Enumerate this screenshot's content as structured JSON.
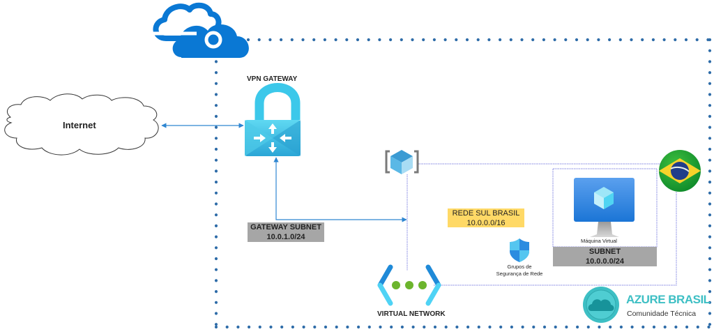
{
  "diagram": {
    "internet": {
      "label": "Internet"
    },
    "vpn_gateway": {
      "label": "VPN GATEWAY"
    },
    "gateway_subnet": {
      "title": "GATEWAY SUBNET",
      "cidr": "10.0.1.0/24",
      "color": "#a6a6a6"
    },
    "vnet_region": {
      "title": "REDE SUL BRASIL",
      "cidr": "10.0.0.0/16",
      "color": "#ffd966"
    },
    "subnet": {
      "title": "SUBNET",
      "cidr": "10.0.0.0/24",
      "color": "#a6a6a6"
    },
    "vm": {
      "label": "Máquina Virtual"
    },
    "nsg": {
      "line1": "Grupos de",
      "line2": "Segurança de Rede"
    },
    "virtual_network": {
      "label": "VIRTUAL NETWORK"
    },
    "branding": {
      "title": "AZURE BRASIL",
      "subtitle": "Comunidade Técnica",
      "color": "#3dbfc4"
    },
    "colors": {
      "azure_blue": "#0a78d4",
      "border_dots": "#2e6ca8",
      "connector": "#2e86d1",
      "vnet_border": "#7b7fe0"
    }
  }
}
